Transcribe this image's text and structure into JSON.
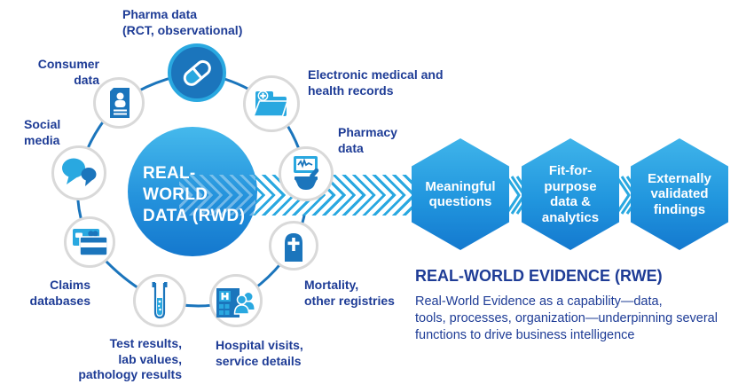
{
  "colors": {
    "navy_text": "#1E3C96",
    "light_blue": "#29A8E0",
    "mid_blue": "#1B75BC",
    "hexagon_gradient_top": "#3FB4EA",
    "hexagon_gradient_bottom": "#1479CF",
    "circle_gradient_top": "#45B9EC",
    "circle_gradient_bottom": "#1478CE",
    "node_ring_gray": "#D9D9D9"
  },
  "center_circle": {
    "lines": [
      "REAL-WORLD",
      "DATA (RWD)"
    ]
  },
  "sources": {
    "pharma": {
      "lines": [
        "Pharma data",
        "(RCT, observational)"
      ],
      "icon": "pill-icon"
    },
    "consumer": {
      "lines": [
        "Consumer",
        "data"
      ],
      "icon": "person-document-icon"
    },
    "social": {
      "lines": [
        "Social",
        "media"
      ],
      "icon": "speech-bubbles-icon"
    },
    "emr": {
      "lines": [
        "Electronic medical and",
        "health records"
      ],
      "icon": "medical-folder-icon"
    },
    "pharmacy": {
      "lines": [
        "Pharmacy",
        "data"
      ],
      "icon": "monitor-mortar-pestle-icon"
    },
    "mortality": {
      "lines": [
        "Mortality,",
        "other registries"
      ],
      "icon": "tombstone-cross-icon"
    },
    "hospital": {
      "lines": [
        "Hospital visits,",
        "service details"
      ],
      "icon": "hospital-people-icon"
    },
    "test": {
      "lines": [
        "Test results,",
        "lab values,",
        "pathology results"
      ],
      "icon": "test-tube-icon"
    },
    "claims": {
      "lines": [
        "Claims",
        "databases"
      ],
      "icon": "credit-cards-icon"
    }
  },
  "hexagons": [
    {
      "lines": [
        "Meaningful",
        "questions"
      ]
    },
    {
      "lines": [
        "Fit-for-",
        "purpose",
        "data &",
        "analytics"
      ]
    },
    {
      "lines": [
        "Externally",
        "validated",
        "findings"
      ]
    }
  ],
  "rwe": {
    "title": "REAL-WORLD EVIDENCE (RWE)",
    "body": [
      "Real-World Evidence as a capability—data,",
      "tools, processes, organization—underpinning several",
      "functions to drive business intelligence"
    ]
  }
}
